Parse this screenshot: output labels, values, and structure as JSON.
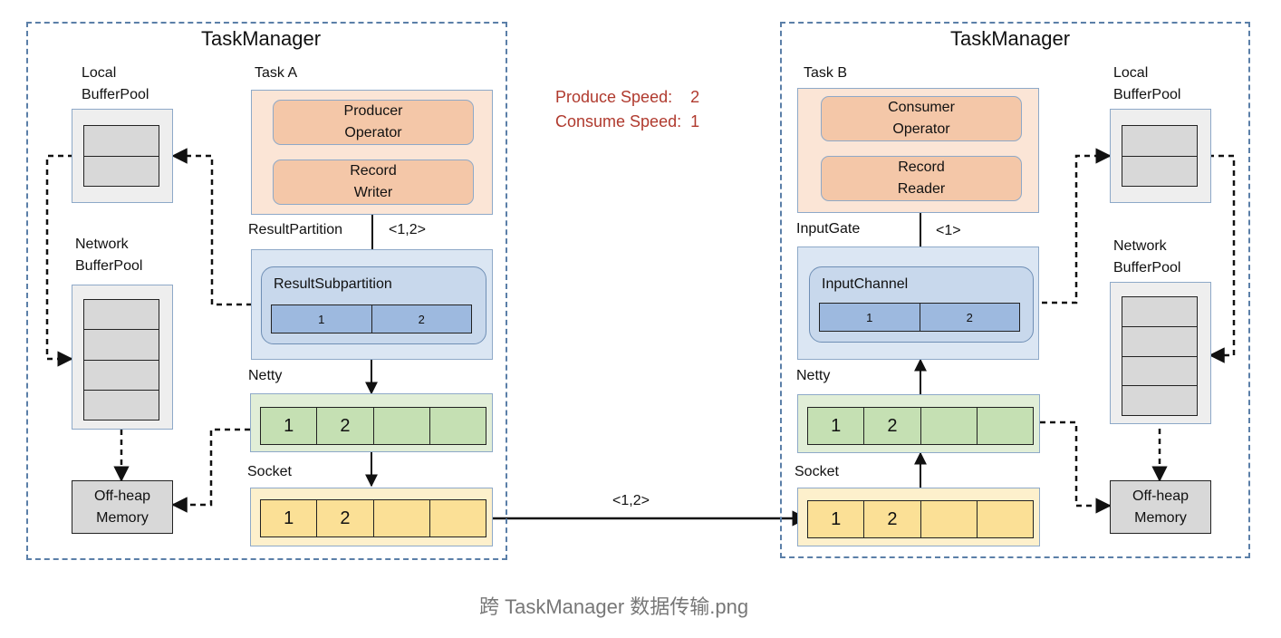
{
  "left": {
    "title": "TaskManager",
    "task_label": "Task A",
    "producer_operator": "Producer\nOperator",
    "record_writer": "Record\nWriter",
    "partition_label": "ResultPartition",
    "partition_record": "<1,2>",
    "subpartition_label": "ResultSubpartition",
    "subpartition_buffers": [
      "1",
      "2"
    ],
    "netty_label": "Netty",
    "netty_cells": [
      "1",
      "2",
      "",
      ""
    ],
    "socket_label": "Socket",
    "socket_cells": [
      "1",
      "2",
      "",
      ""
    ],
    "local_pool_label": "Local\nBufferPool",
    "network_pool_label": "Network\nBufferPool",
    "offheap_label": "Off-heap\nMemory"
  },
  "right": {
    "title": "TaskManager",
    "task_label": "Task B",
    "consumer_operator": "Consumer\nOperator",
    "record_reader": "Record\nReader",
    "gate_label": "InputGate",
    "gate_record": "<1>",
    "channel_label": "InputChannel",
    "channel_buffers": [
      "1",
      "2"
    ],
    "netty_label": "Netty",
    "netty_cells": [
      "1",
      "2",
      "",
      ""
    ],
    "socket_label": "Socket",
    "socket_cells": [
      "1",
      "2",
      "",
      ""
    ],
    "local_pool_label": "Local\nBufferPool",
    "network_pool_label": "Network\nBufferPool",
    "offheap_label": "Off-heap\nMemory"
  },
  "speed": {
    "produce": "Produce Speed:    2",
    "consume": "Consume Speed:  1"
  },
  "transfer_record": "<1,2>",
  "caption": "跨 TaskManager 数据传输.png",
  "colors": {
    "border_dash": "#5b7fa8",
    "task_bg": "#fbe5d6",
    "operator": "#f4c7a8",
    "partition_bg": "#dbe6f3",
    "netty_cells": "#c5e0b3",
    "socket_cells": "#fbe096",
    "speed_text": "#b03a2e"
  }
}
